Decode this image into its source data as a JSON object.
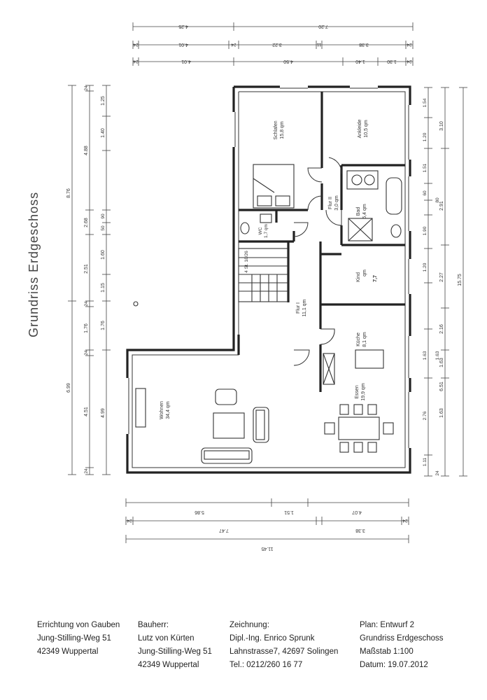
{
  "title": "Grundriss Erdgeschoss",
  "rooms": {
    "schlafen": {
      "name": "Schlafen",
      "area": "15,8 qm"
    },
    "ankleide": {
      "name": "Ankleide",
      "area": "10,5 qm"
    },
    "flur2": {
      "name": "Flur II",
      "area": "3,0 qm"
    },
    "bad": {
      "name": "Bad",
      "area": "6,4 qm"
    },
    "wc": {
      "name": "WC",
      "area": "1,7 qm"
    },
    "flur1": {
      "name": "Flur I",
      "area": "11,1 qm"
    },
    "kind": {
      "name": "Kind",
      "area": "qm",
      "area_num": "7,7"
    },
    "kueche": {
      "name": "Küche",
      "area": "8,1 qm"
    },
    "essen": {
      "name": "Essen",
      "area": "19,9 qm"
    },
    "wohnen": {
      "name": "Wohnen",
      "area": "34,4 qm"
    },
    "stair": {
      "label": "4 St. 18/26"
    }
  },
  "dims": {
    "top1": [
      "4.25",
      "7.20"
    ],
    "top2": [
      "24",
      "4.01",
      "24",
      "3.22",
      "11",
      "3.38",
      "24"
    ],
    "top3": [
      "24",
      "4.01",
      "4.50",
      "1.40",
      "1.30",
      "24"
    ],
    "left1": [
      "8.76",
      "6.99"
    ],
    "left2": [
      "24",
      "4.88",
      "2.68",
      "2.51",
      "24",
      "1.76",
      "24",
      "4.51",
      "24"
    ],
    "left3": [
      "1.25",
      "1.40",
      "90",
      "50",
      "1.60",
      "1.15",
      "1.76",
      "4.99"
    ],
    "right1": [
      "15.75"
    ],
    "right2": [
      "3.10",
      "2.91",
      "2.27",
      "2.16",
      "1.63",
      "6.51",
      "1.63"
    ],
    "right3": [
      "1.54",
      "1.20",
      "1.51",
      "60",
      "80",
      "1.90",
      "1.20",
      "1.63",
      "1.63",
      "2.76",
      "1.11",
      "24"
    ],
    "bottom1": [
      "5.86",
      "1.51",
      "4.07"
    ],
    "bottom2": [
      "24",
      "7.47",
      "3.38",
      "24"
    ],
    "bottom3": [
      "11.45"
    ]
  },
  "footer": {
    "project": [
      "Errichtung von Gauben",
      "Jung-Stilling-Weg 51",
      "42349 Wuppertal"
    ],
    "client": [
      "Bauherr:",
      "Lutz von Kürten",
      "Jung-Stilling-Weg 51",
      "42349 Wuppertal"
    ],
    "drawing": [
      "Zeichnung:",
      "Dipl.-Ing. Enrico Sprunk",
      "Lahnstrasse7, 42697 Solingen",
      "Tel.: 0212/260 16 77"
    ],
    "plan": [
      "Plan: Entwurf 2",
      "Grundriss Erdgeschoss",
      "Maßstab 1:100",
      "Datum: 19.07.2012"
    ]
  }
}
